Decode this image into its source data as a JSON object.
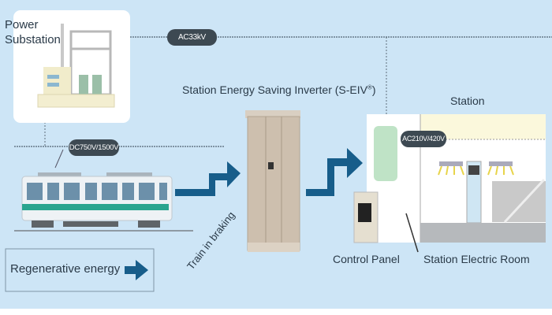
{
  "title": "Station Energy Saving Inverter (S-EIV",
  "title_mark": "®",
  "title_close": ")",
  "power_substation": [
    "Power",
    "Substation"
  ],
  "ac_main_voltage": "AC33kV",
  "dc_voltage": "DC750V/1500V",
  "station_voltage": "AC210V/420V",
  "station_label": "Station",
  "train_label": "Train in braking",
  "control_panel_label": "Control Panel",
  "electric_room_label": "Station Electric Room",
  "legend": {
    "label": "Regenerative energy",
    "arrow_icon": "right-arrow-icon"
  },
  "colors": {
    "background": "#cde5f6",
    "energy_arrow": "#175d8a",
    "pill": "#3d4952",
    "text": "#2a3a48"
  }
}
